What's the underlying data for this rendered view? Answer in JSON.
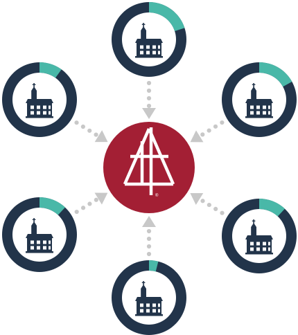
{
  "colors": {
    "ring_dark": "#22344a",
    "ring_accent": "#49b8a8",
    "hub": "#a31f34",
    "hub_mark": "#ffffff",
    "arrow": "#c8c8c8",
    "dots": "#c8c8c8",
    "church": "#22344a"
  },
  "hub": {
    "icon": "cross-in-triangle-logo",
    "trademark": "®"
  },
  "nodes": [
    {
      "id": "top",
      "icon": "church-icon",
      "accent_fraction": 0.2
    },
    {
      "id": "upper-right",
      "icon": "church-icon",
      "accent_fraction": 0.17
    },
    {
      "id": "lower-right",
      "icon": "church-icon",
      "accent_fraction": 0.12
    },
    {
      "id": "bottom",
      "icon": "church-icon",
      "accent_fraction": 0.04
    },
    {
      "id": "lower-left",
      "icon": "church-icon",
      "accent_fraction": 0.12
    },
    {
      "id": "upper-left",
      "icon": "church-icon",
      "accent_fraction": 0.1
    }
  ]
}
